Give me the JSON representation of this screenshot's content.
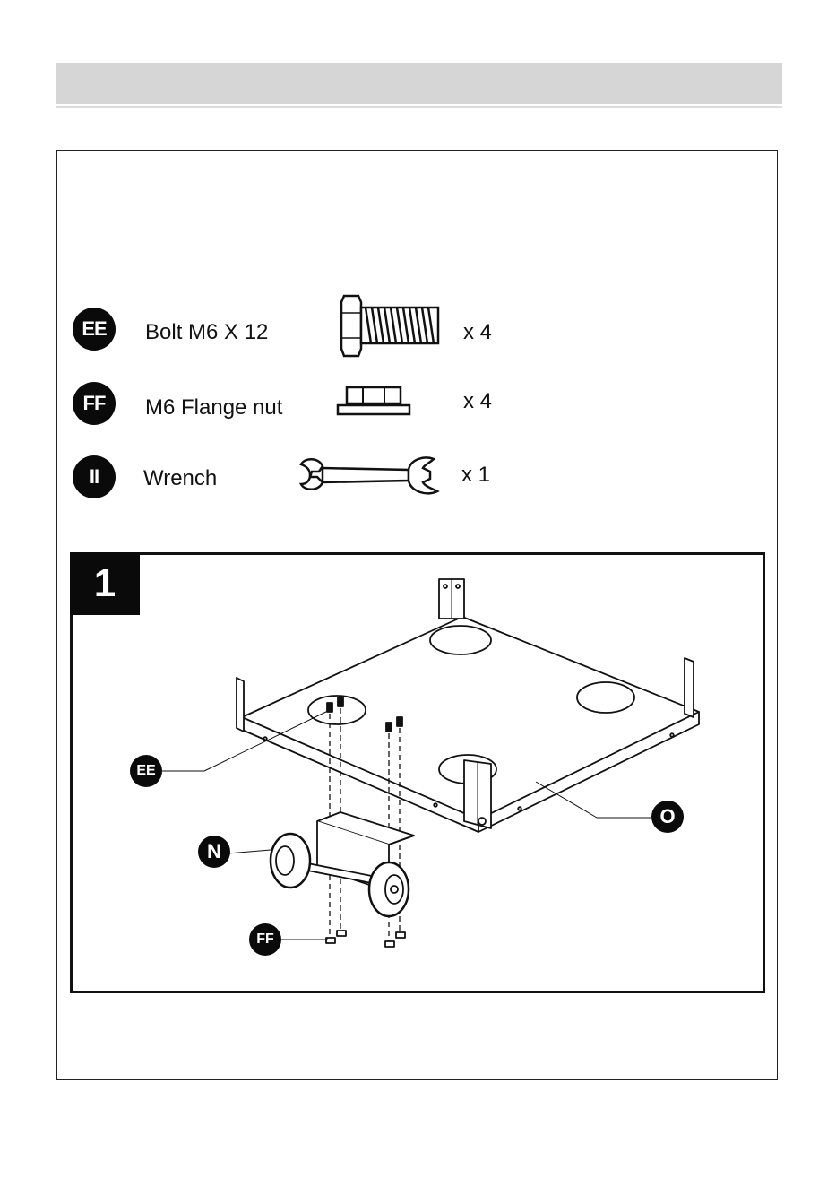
{
  "parts": [
    {
      "code": "EE",
      "name": "Bolt M6 X 12",
      "qty": "x 4",
      "icon": "bolt-icon"
    },
    {
      "code": "FF",
      "name": "M6 Flange nut",
      "qty": "x 4",
      "icon": "flange-nut-icon"
    },
    {
      "code": "II",
      "name": "Wrench",
      "qty": "x 1",
      "icon": "wrench-icon"
    }
  ],
  "step": {
    "number": "1",
    "callouts": {
      "ee": "EE",
      "n": "N",
      "ff": "FF",
      "o": "O"
    }
  }
}
